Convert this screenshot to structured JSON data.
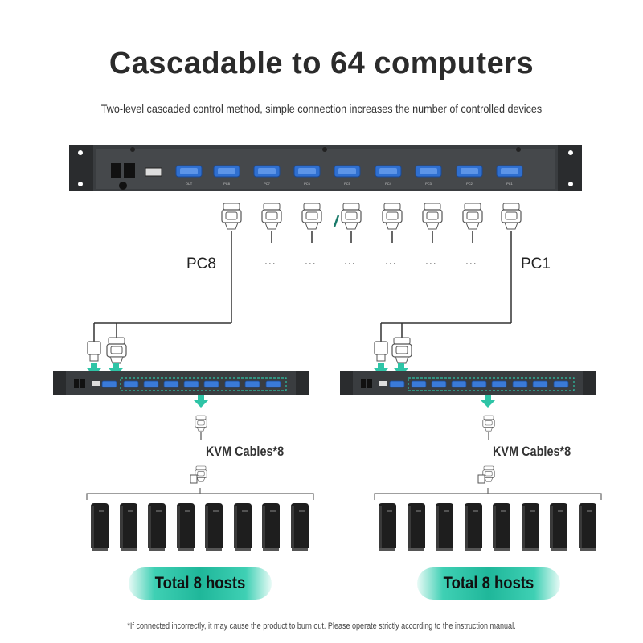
{
  "title": "Cascadable to 64 computers",
  "subtitle": "Two-level cascaded control method, simple connection increases the number of controlled devices",
  "main_switch": {
    "ports": [
      "OUT",
      "PC8",
      "PC7",
      "PC6",
      "PC5",
      "PC4",
      "PC3",
      "PC2",
      "PC1"
    ]
  },
  "labels": {
    "left_pc": "PC8",
    "right_pc": "PC1",
    "dots": "...",
    "left_cables": "KVM Cables*8",
    "right_cables": "KVM Cables*8",
    "left_hosts": "Total 8 hosts",
    "right_hosts": "Total 8 hosts"
  },
  "footnote": "*If connected incorrectly, it may cause the product to burn out. Please operate strictly according to the instruction manual.",
  "colors": {
    "accent": "#2ec4a6",
    "switch_body": "#3a3d40",
    "port_blue": "#2f6fd0"
  }
}
